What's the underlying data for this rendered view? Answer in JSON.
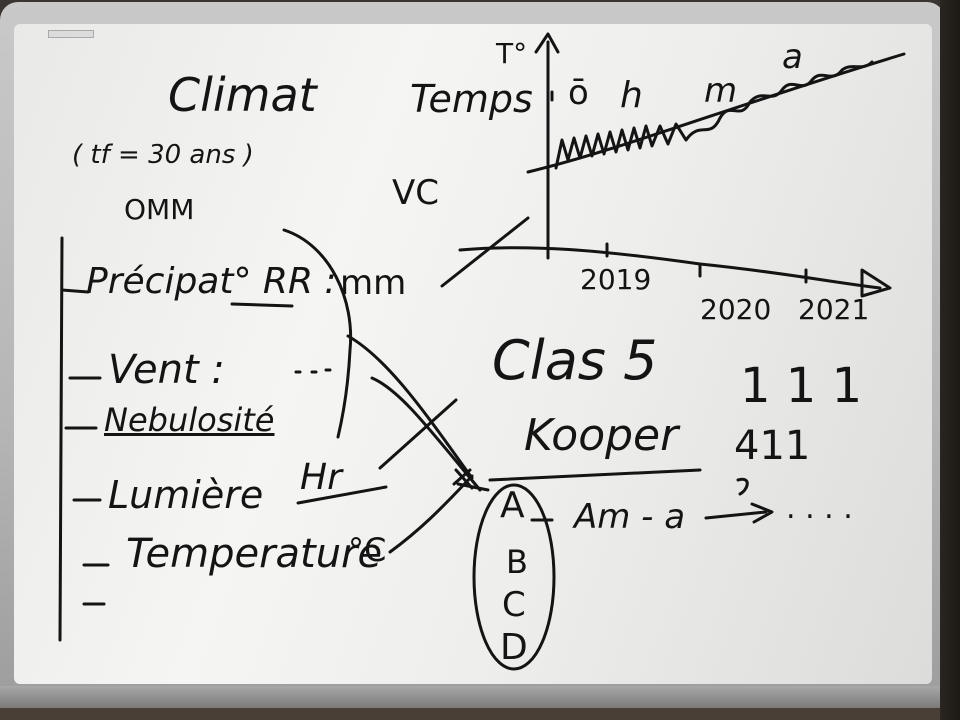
{
  "left": {
    "title_climat": "Climat",
    "duration": "( tf = 30 ans )",
    "organisation": "OMM",
    "items": [
      "Précipat° RR :",
      "Vent :",
      "Nebulosité",
      "Lumière",
      "Temperature"
    ],
    "unit_mm": "mm",
    "unit_hr": "Hr",
    "unit_c": "°C"
  },
  "middle": {
    "title_temps": "Temps",
    "vs": "VC",
    "letters": [
      "A",
      "B",
      "C",
      "D"
    ]
  },
  "graph": {
    "y_label": "T°",
    "x_years": [
      "2019",
      "2020",
      "2021"
    ],
    "top_marks": [
      "ō",
      "h",
      "m",
      "a"
    ]
  },
  "bottom_right": {
    "classes": "Clas 5",
    "koppen": "Kooper",
    "code_111": "1 1 1",
    "code_411": "411",
    "am_a": "Am - a",
    "dots": ". . . ."
  }
}
